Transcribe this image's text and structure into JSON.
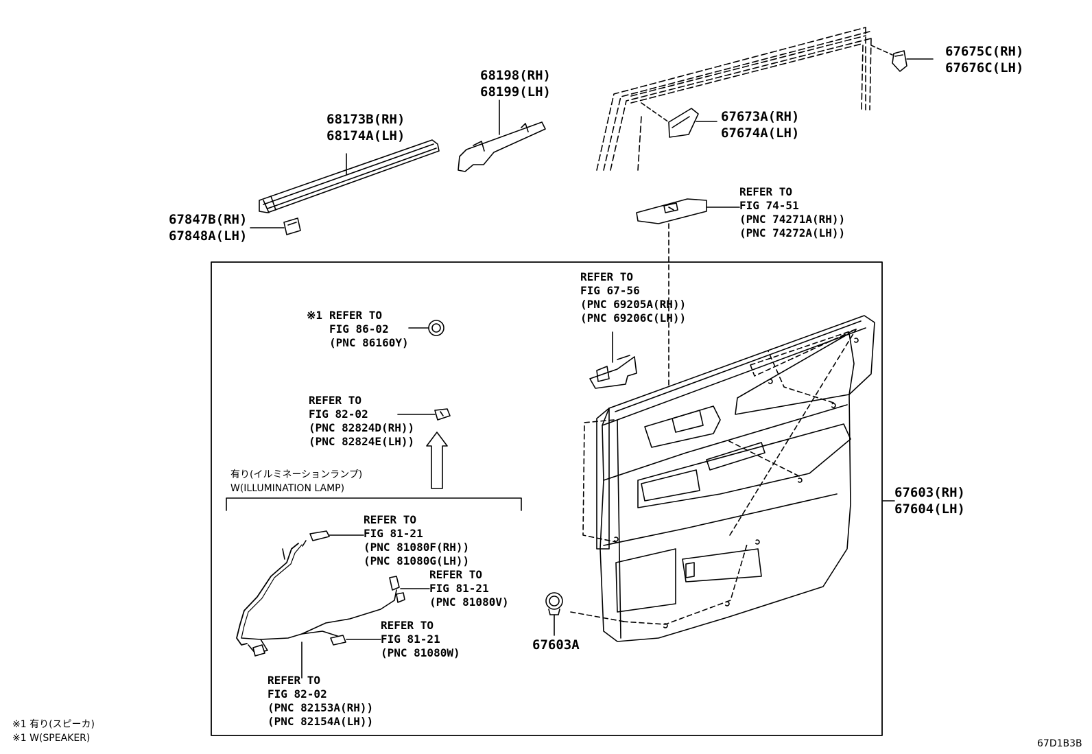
{
  "diagram_code": "67D1B3B",
  "parts": {
    "p68198": [
      "68198(RH)",
      "68199(LH)"
    ],
    "p68173": [
      "68173B(RH)",
      "68174A(LH)"
    ],
    "p67847": [
      "67847B(RH)",
      "67848A(LH)"
    ],
    "p67675": [
      "67675C(RH)",
      "67676C(LH)"
    ],
    "p67673": [
      "67673A(RH)",
      "67674A(LH)"
    ],
    "p67603": [
      "67603(RH)",
      "67604(LH)"
    ],
    "p67603a": [
      "67603A"
    ]
  },
  "refs": {
    "fig7451": [
      "REFER TO",
      "FIG 74-51",
      "(PNC 74271A(RH))",
      "(PNC 74272A(LH))"
    ],
    "fig6756": [
      "REFER TO",
      "FIG 67-56",
      "(PNC 69205A(RH))",
      "(PNC 69206C(LH))"
    ],
    "fig8602": [
      "REFER TO",
      "FIG 86-02",
      "(PNC 86160Y)"
    ],
    "fig8202a": [
      "REFER TO",
      "FIG 82-02",
      "(PNC 82824D(RH))",
      "(PNC 82824E(LH))"
    ],
    "fig8121f": [
      "REFER TO",
      "FIG 81-21",
      "(PNC 81080F(RH))",
      "(PNC 81080G(LH))"
    ],
    "fig8121v": [
      "REFER TO",
      "FIG 81-21",
      "(PNC 81080V)"
    ],
    "fig8121w": [
      "REFER TO",
      "FIG 81-21",
      "(PNC 81080W)"
    ],
    "fig8202b": [
      "REFER TO",
      "FIG 82-02",
      "(PNC 82153A(RH))",
      "(PNC 82154A(LH))"
    ]
  },
  "note_mark": "※1",
  "illumination": [
    "有り(イルミネーションランプ)",
    "W(ILLUMINATION LAMP)"
  ],
  "footnotes": [
    "※1 有り(スピーカ)",
    "※1 W(SPEAKER)"
  ]
}
